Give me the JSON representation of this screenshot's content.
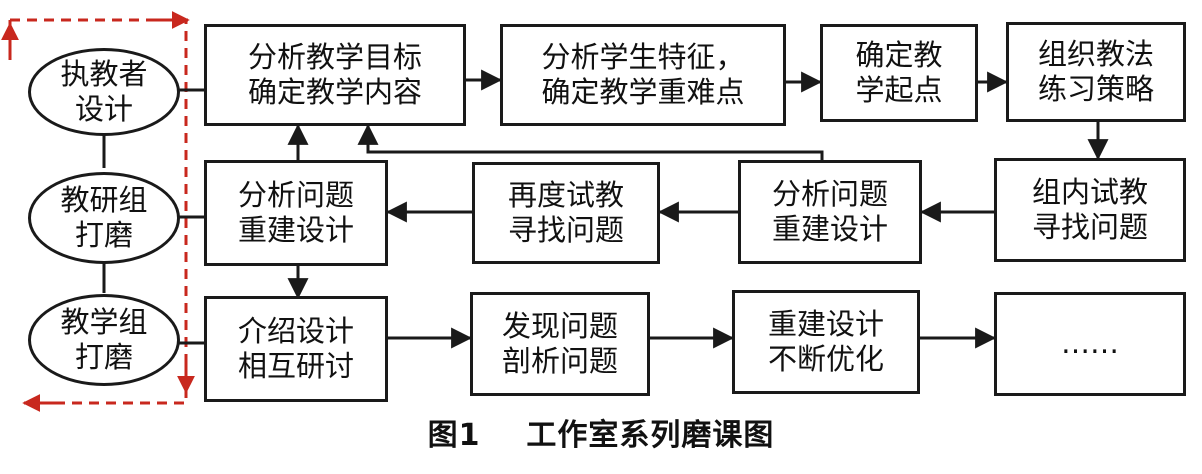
{
  "roles": [
    {
      "id": "designer",
      "lines": [
        "执教者",
        "设计"
      ]
    },
    {
      "id": "research",
      "lines": [
        "教研组",
        "打磨"
      ]
    },
    {
      "id": "teaching",
      "lines": [
        "教学组",
        "打磨"
      ]
    }
  ],
  "row1": [
    {
      "id": "analyze-goals",
      "lines": [
        "分析教学目标",
        "确定教学内容"
      ]
    },
    {
      "id": "analyze-students",
      "lines": [
        "分析学生特征，",
        "确定教学重难点"
      ]
    },
    {
      "id": "start-point",
      "lines": [
        "确定教",
        "学起点"
      ]
    },
    {
      "id": "organize-methods",
      "lines": [
        "组织教法",
        "练习策略"
      ]
    }
  ],
  "row2": [
    {
      "id": "analyze-rebuild-left",
      "lines": [
        "分析问题",
        "重建设计"
      ]
    },
    {
      "id": "retry-teaching",
      "lines": [
        "再度试教",
        "寻找问题"
      ]
    },
    {
      "id": "analyze-rebuild-mid",
      "lines": [
        "分析问题",
        "重建设计"
      ]
    },
    {
      "id": "group-trial",
      "lines": [
        "组内试教",
        "寻找问题"
      ]
    }
  ],
  "row3": [
    {
      "id": "discuss-design",
      "lines": [
        "介绍设计",
        "相互研讨"
      ]
    },
    {
      "id": "find-problems",
      "lines": [
        "发现问题",
        "剖析问题"
      ]
    },
    {
      "id": "optimize",
      "lines": [
        "重建设计",
        "不断优化"
      ]
    },
    {
      "id": "ellipsis",
      "lines": [
        "……"
      ]
    }
  ],
  "caption": {
    "figure": "图1",
    "title": "工作室系列磨课图"
  },
  "colors": {
    "line": "#1a1a1a",
    "dashed": "#c8281e"
  }
}
